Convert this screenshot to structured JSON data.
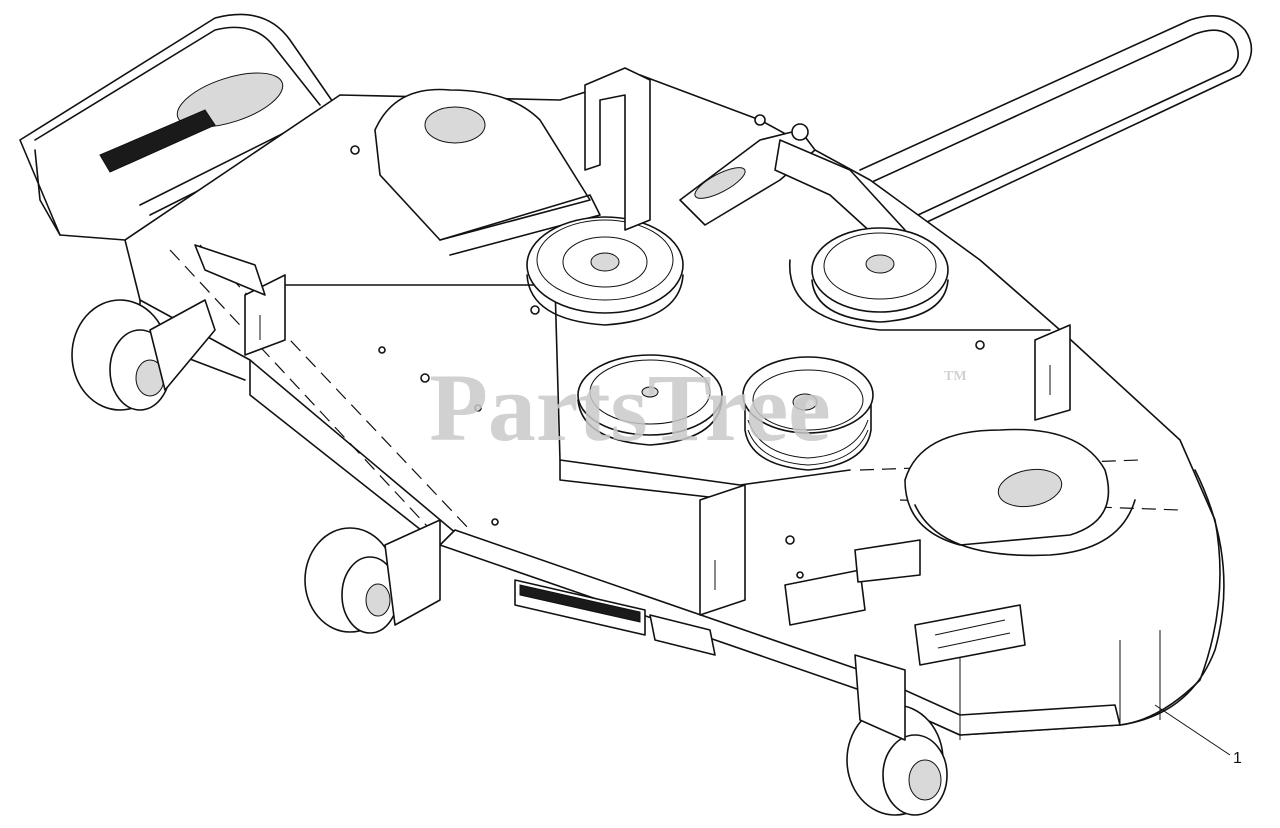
{
  "diagram": {
    "watermark": {
      "text": "PartsTree",
      "trademark": "TM",
      "color": "#c9c9c9"
    },
    "callouts": [
      {
        "id": "1",
        "label": "1"
      }
    ],
    "line_color": "#111111",
    "background": "#ffffff"
  }
}
